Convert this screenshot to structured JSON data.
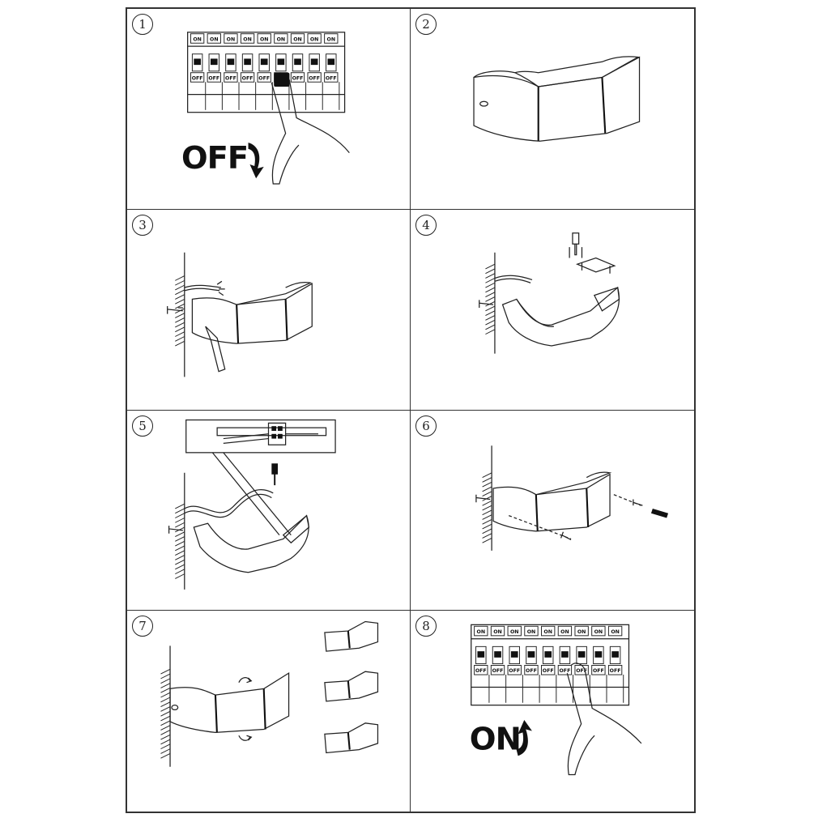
{
  "steps": [
    {
      "number": "1",
      "label": "OFF",
      "switch_top": "ON",
      "switch_bottom": "OFF"
    },
    {
      "number": "2"
    },
    {
      "number": "3"
    },
    {
      "number": "4"
    },
    {
      "number": "5"
    },
    {
      "number": "6"
    },
    {
      "number": "7"
    },
    {
      "number": "8",
      "label": "ON",
      "switch_top": "ON",
      "switch_bottom": "OFF"
    }
  ],
  "icons": [
    "hand-pointer-icon",
    "arrow-down-icon",
    "arrow-up-icon",
    "screwdriver-icon",
    "screw-icon",
    "wall-hatch-icon"
  ]
}
